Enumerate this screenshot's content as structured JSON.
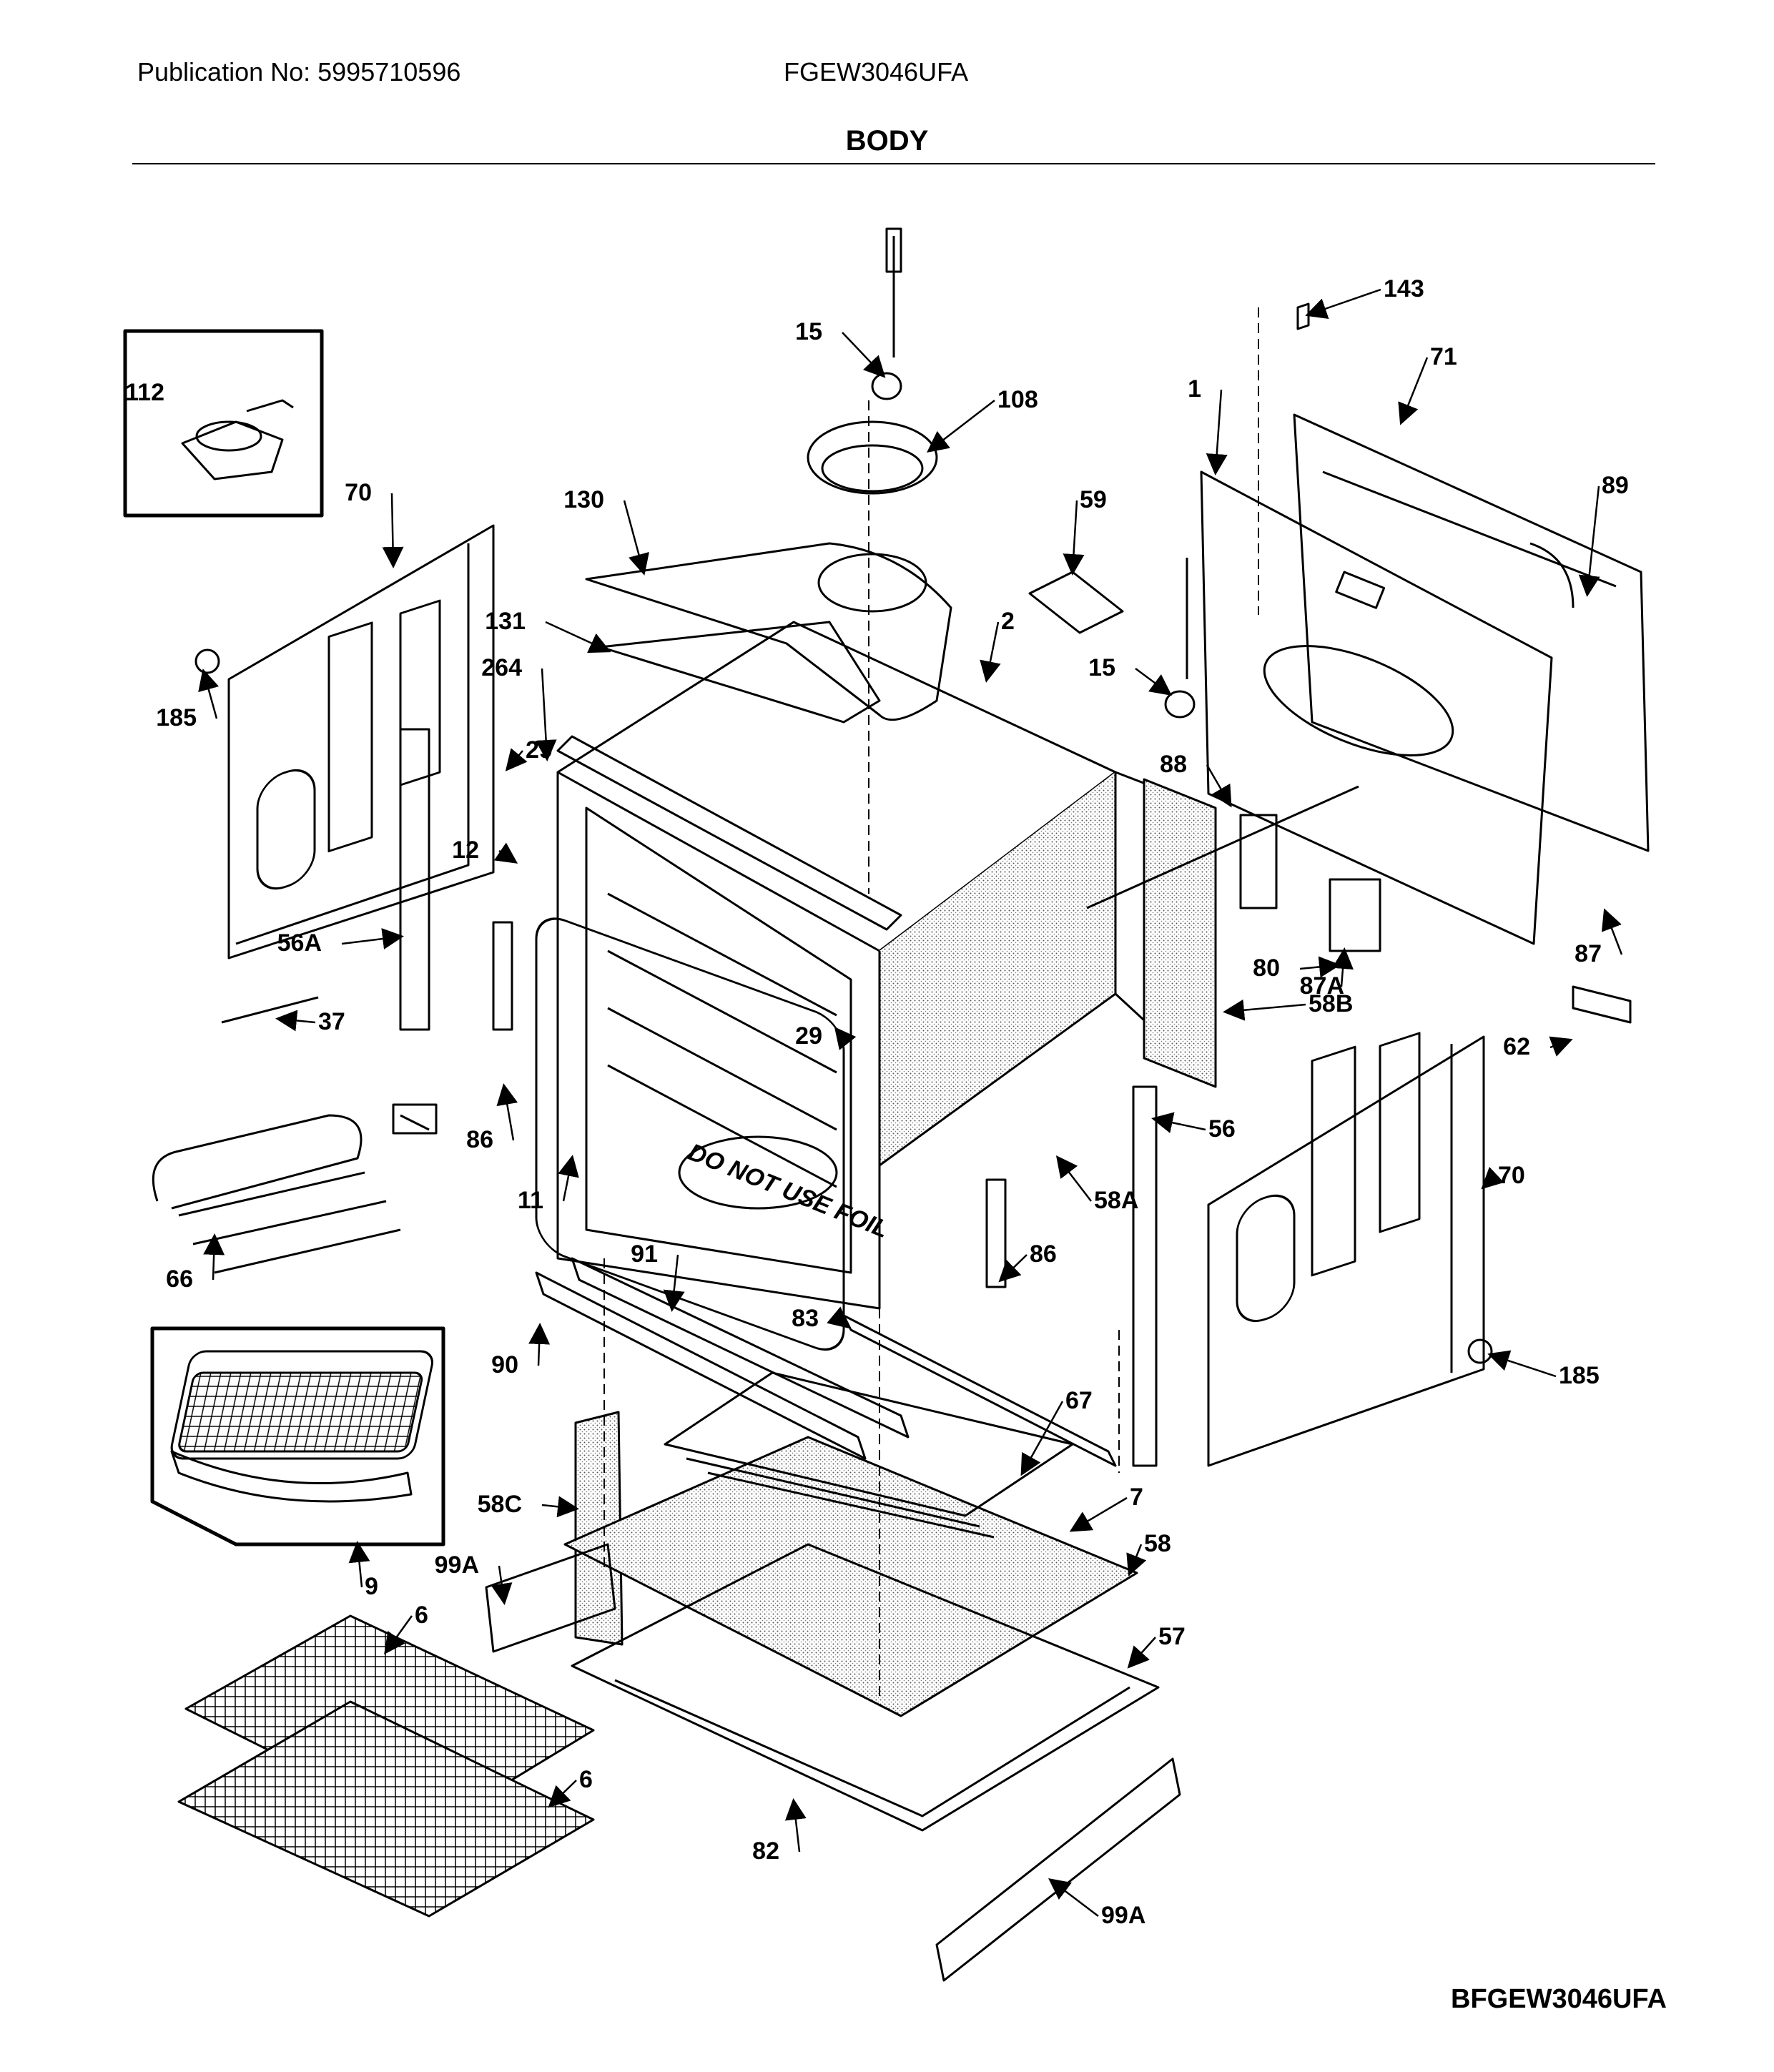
{
  "header": {
    "publication": "Publication No: 5995710596",
    "model": "FGEW3046UFA",
    "section_title": "BODY"
  },
  "figure_id": "BFGEW3046UFA",
  "door_marking": "DO NOT USE FOIL",
  "callouts": [
    {
      "label": "143"
    },
    {
      "label": "15"
    },
    {
      "label": "71"
    },
    {
      "label": "1"
    },
    {
      "label": "108"
    },
    {
      "label": "112"
    },
    {
      "label": "70"
    },
    {
      "label": "89"
    },
    {
      "label": "130"
    },
    {
      "label": "59"
    },
    {
      "label": "131"
    },
    {
      "label": "2"
    },
    {
      "label": "15"
    },
    {
      "label": "185"
    },
    {
      "label": "264"
    },
    {
      "label": "29"
    },
    {
      "label": "88"
    },
    {
      "label": "12"
    },
    {
      "label": "56A"
    },
    {
      "label": "80"
    },
    {
      "label": "87"
    },
    {
      "label": "87A"
    },
    {
      "label": "37"
    },
    {
      "label": "29"
    },
    {
      "label": "58B"
    },
    {
      "label": "62"
    },
    {
      "label": "86"
    },
    {
      "label": "56"
    },
    {
      "label": "11"
    },
    {
      "label": "70"
    },
    {
      "label": "58A"
    },
    {
      "label": "66"
    },
    {
      "label": "91"
    },
    {
      "label": "86"
    },
    {
      "label": "83"
    },
    {
      "label": "90"
    },
    {
      "label": "185"
    },
    {
      "label": "67"
    },
    {
      "label": "58C"
    },
    {
      "label": "7"
    },
    {
      "label": "9"
    },
    {
      "label": "99A"
    },
    {
      "label": "58"
    },
    {
      "label": "6"
    },
    {
      "label": "57"
    },
    {
      "label": "6"
    },
    {
      "label": "82"
    },
    {
      "label": "99A"
    }
  ]
}
